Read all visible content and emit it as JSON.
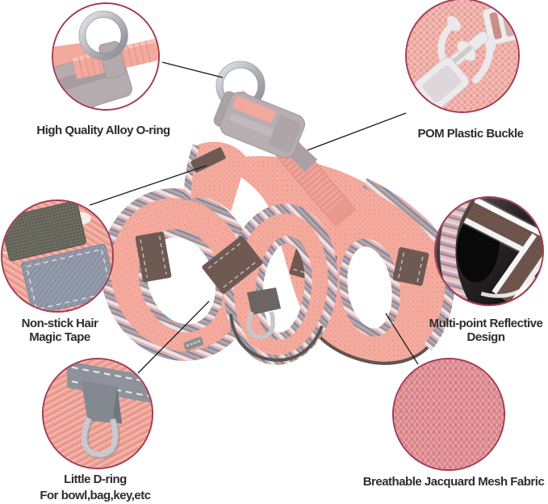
{
  "image_type": "product-feature-infographic",
  "product": {
    "subject": "pink pet harness"
  },
  "colors": {
    "background": "#ffffff",
    "callout_ring_border": "#a23a52",
    "callout_line": "#1b1b1b",
    "label_text": "#2d2d2d",
    "harness_pink": "#f5ac9f",
    "mesh_dot_pink": "#ea9c90",
    "buckle_gray": "#b7aeb2",
    "reflective_strip": "#6e5a53",
    "metal_silver": "#b1b2b9",
    "rope_blue": "#5f8fc0",
    "rope_tan": "#c7a093",
    "rope_white": "#e9e3e7",
    "rope_gray": "#97919f",
    "velcro_rough_gray": "#69695f",
    "velcro_loop_gray": "#949bab",
    "mesh_fabric_circle_pink": "#e69b9e"
  },
  "callouts": {
    "o_ring": {
      "label": "High Quality Alloy O-ring"
    },
    "pom_buckle": {
      "label": "POM Plastic Buckle"
    },
    "magic_tape": {
      "label_line1": "Non-stick Hair",
      "label_line2": "Magic Tape"
    },
    "reflective": {
      "label_line1": "Multi-point Reflective",
      "label_line2": "Design"
    },
    "d_ring": {
      "label_line1": "Little D-ring",
      "label_line2": "For bowl,bag,key,etc"
    },
    "mesh_fabric": {
      "label": "Breathable Jacquard Mesh Fabric"
    }
  }
}
